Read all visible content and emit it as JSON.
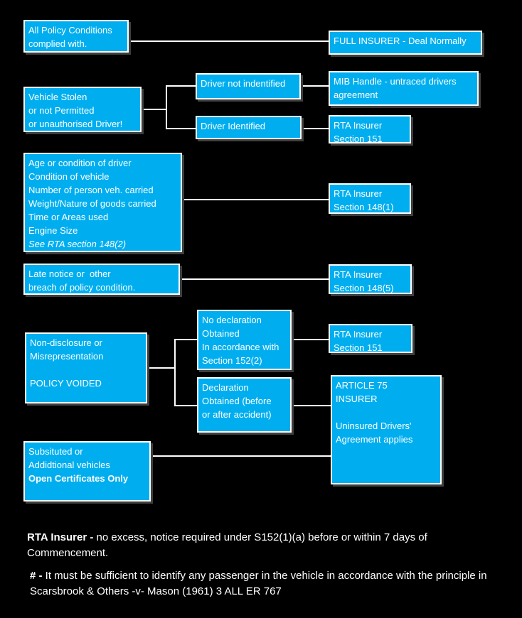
{
  "colors": {
    "background": "#000000",
    "node_fill": "#00AEEF",
    "node_border": "#FFFFFF",
    "connector": "#FFFFFF",
    "text": "#FFFFFF"
  },
  "boxes": {
    "all_policy": {
      "line1": "All Policy Conditions",
      "line2": "complied with."
    },
    "full_insurer": {
      "line1": "FULL INSURER - Deal Normally"
    },
    "vehicle_stolen": {
      "line1": "Vehicle Stolen",
      "line2": "or not Permitted",
      "line3": "or unauthorised Driver!"
    },
    "driver_not_identified": {
      "line1": "Driver not indentified"
    },
    "mib_handle": {
      "line1": "MIB Handle - untraced drivers",
      "line2": "agreement"
    },
    "driver_identified": {
      "line1": "Driver Identified"
    },
    "rta_151_top": {
      "line1": "RTA Insurer",
      "line2": "Section 151"
    },
    "conditions": {
      "line1": "Age or condition of driver",
      "line2": "Condition of vehicle",
      "line3": "Number of person veh. carried",
      "line4": "Weight/Nature of goods carried",
      "line5": "Time or Areas used",
      "line6": "Engine Size",
      "line7": "See RTA section 148(2)"
    },
    "rta_148_1": {
      "line1": "RTA Insurer",
      "line2": "Section 148(1)"
    },
    "late_notice": {
      "line1": "Late notice or  other",
      "line2": "breach of policy condition."
    },
    "rta_148_5": {
      "line1": "RTA Insurer",
      "line2": "Section 148(5)"
    },
    "non_disclosure": {
      "line1": "Non-disclosure or",
      "line2": "Misrepresentation",
      "line3": "",
      "line4": "POLICY VOIDED"
    },
    "no_declaration": {
      "line1": "No declaration",
      "line2": "Obtained",
      "line3": "In accordance with",
      "line4": "Section 152(2)"
    },
    "rta_151_bottom": {
      "line1": "RTA Insurer",
      "line2": "Section 151"
    },
    "declaration_obtained": {
      "line1": "Declaration",
      "line2": "Obtained (before",
      "line3": "or after accident)"
    },
    "article_75": {
      "line1": "ARTICLE 75",
      "line2": "INSURER",
      "line3": "",
      "line4": "Uninsured Drivers'",
      "line5": "Agreement applies"
    },
    "substituted": {
      "line1": "Subsituted or",
      "line2": "Addidtional vehicles",
      "line3": "Open Certificates Only"
    }
  },
  "footnotes": {
    "rta_bold": "RTA Insurer -",
    "rta_rest": " no excess, notice required under S152(1)(a) before or within 7 days of Commencement.",
    "hash_bold": "# -",
    "hash_rest": " It must be sufficient to identify any passenger in the vehicle in accordance with the principle in Scarsbrook & Others -v- Mason (1961) 3 ALL ER 767"
  }
}
